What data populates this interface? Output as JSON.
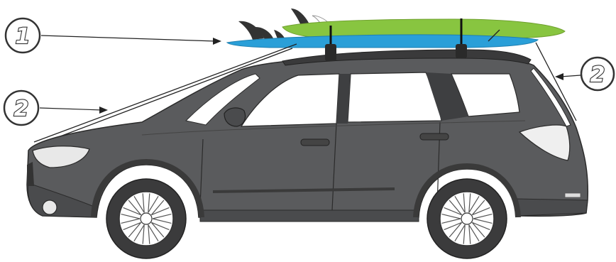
{
  "callouts": [
    {
      "id": 1,
      "label": "1",
      "target": "surfboards"
    },
    {
      "id": 2,
      "label": "2",
      "target": "front-tie-down-strap"
    },
    {
      "id": 3,
      "label": "2",
      "target": "rear-tie-down-strap"
    }
  ],
  "colors": {
    "car_body": "#5a5b5d",
    "car_body_light": "#6b6c6e",
    "car_outline": "#2b2b2b",
    "window": "#ffffff",
    "board_top": "#88c540",
    "board_bottom": "#2a9fd8",
    "fin": "#333333",
    "tire": "#3b3b3c",
    "rim": "#ffffff",
    "headlight": "#e8e8e8",
    "taillight": "#efefef"
  }
}
